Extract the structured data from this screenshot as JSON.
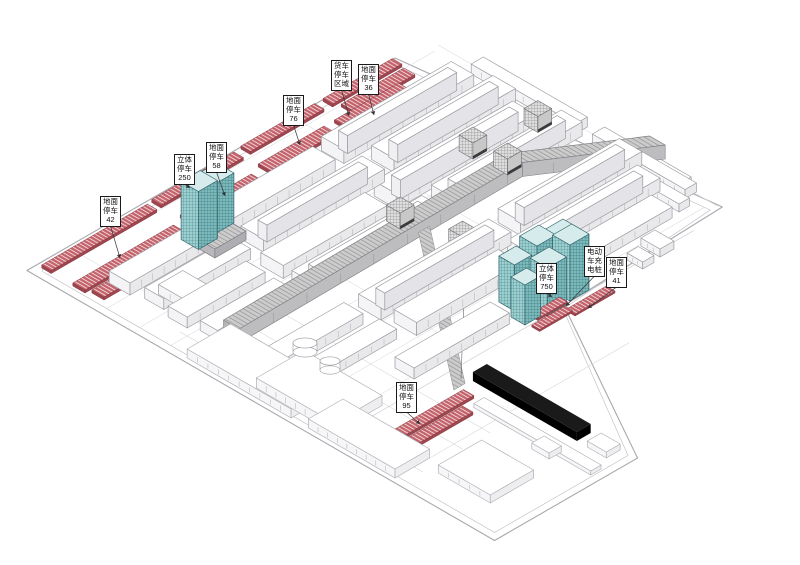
{
  "drawing": {
    "kind": "axonometric-parking-site-plan",
    "background": "#ffffff"
  },
  "colors": {
    "surface_parking_red": "#c4626b",
    "surface_parking_red_dark": "#9e4750",
    "surface_parking_stroke": "#87353d",
    "tower_teal_top": "#d6ecec",
    "tower_teal": "#9ccfd0",
    "tower_teal_side": "#7cb9bb",
    "tower_teal_dark": "#3c7c82",
    "line_gray": "#9b9ba1",
    "street_gray": "#dcdce0",
    "walkway_gray": "#cccccc",
    "walkway_line": "#8a8a8a",
    "black_bar": "#141414"
  },
  "labels": [
    {
      "id": "truck-parking-zone",
      "lines": [
        "货车",
        "停车",
        "区域"
      ]
    },
    {
      "id": "surface-parking-36",
      "lines": [
        "地面",
        "停车",
        "36"
      ]
    },
    {
      "id": "surface-parking-76",
      "lines": [
        "地面",
        "停车",
        "76"
      ]
    },
    {
      "id": "stereo-parking-250",
      "lines": [
        "立体",
        "停车",
        "250"
      ]
    },
    {
      "id": "surface-parking-58",
      "lines": [
        "地面",
        "停车",
        "58"
      ]
    },
    {
      "id": "surface-parking-42",
      "lines": [
        "地面",
        "停车",
        "42"
      ]
    },
    {
      "id": "stereo-parking-750",
      "lines": [
        "立体",
        "停车",
        "750"
      ]
    },
    {
      "id": "ev-charging-piles",
      "lines": [
        "电动",
        "车充",
        "电桩"
      ]
    },
    {
      "id": "surface-parking-41",
      "lines": [
        "地面",
        "停车",
        "41"
      ]
    },
    {
      "id": "surface-parking-95",
      "lines": [
        "地面",
        "停车",
        "95"
      ]
    }
  ]
}
